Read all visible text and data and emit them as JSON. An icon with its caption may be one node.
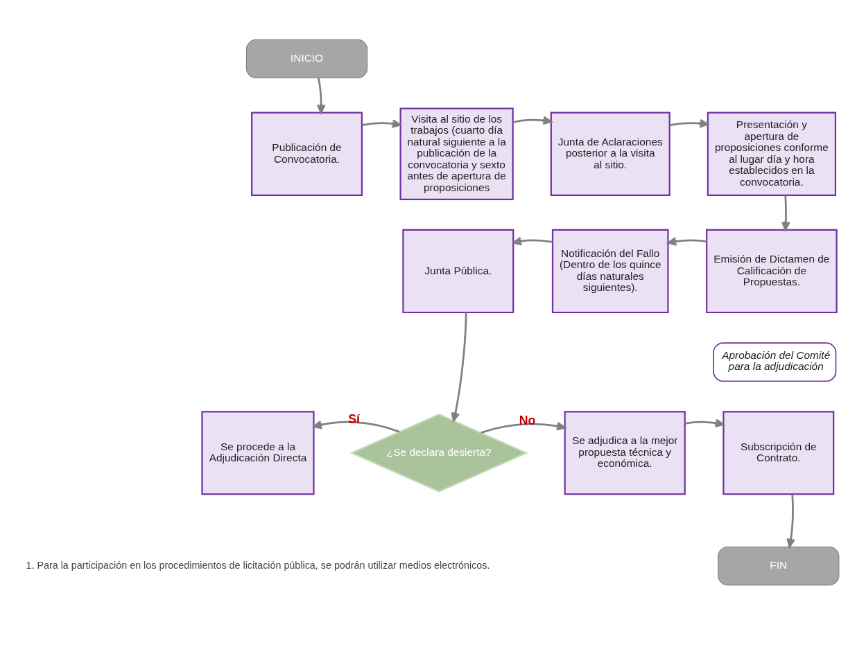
{
  "diagram": {
    "nodes": [
      {
        "text": [
          "INICIO"
        ]
      },
      {
        "text": [
          "Publicación de Convocatoria."
        ]
      },
      {
        "text": [
          "Visita al sitio de los trabajos (cuarto día natural siguiente a la publicación de la convocatoria y sexto antes de apertura de proposiciones"
        ]
      },
      {
        "text": [
          "Junta de Aclaraciones posterior a la visita al sitio."
        ]
      },
      {
        "text": [
          "Presentación y apertura de proposiciones conforme al lugar día y hora establecidos en la convocatoria."
        ]
      },
      {
        "text": [
          "Emisión de Dictamen de Calificación de Propuestas."
        ]
      },
      {
        "text": [
          "Notificación del Fallo (Dentro de los quince días naturales siguientes)."
        ]
      },
      {
        "text": [
          "Junta Pública."
        ]
      },
      {
        "text": [
          "Aprobación del Comité para la adjudicación"
        ]
      },
      {
        "text": [
          "Se procede a la Adjudicación Directa"
        ]
      },
      {
        "text": [
          "¿Se declara desierta?"
        ]
      },
      {
        "text": [
          "Se adjudica a la mejor propuesta técnica y económica."
        ]
      },
      {
        "text": [
          "Subscripción de Contrato."
        ]
      },
      {
        "text": [
          "FIN"
        ]
      }
    ],
    "edges": [
      {
        "from": 0,
        "to": 1,
        "arrow": "to"
      },
      {
        "from": 1,
        "to": 2,
        "arrow": "to"
      },
      {
        "from": 2,
        "to": 3,
        "arrow": "to"
      },
      {
        "from": 3,
        "to": 4,
        "arrow": "to"
      },
      {
        "from": 4,
        "to": 5,
        "arrow": "to"
      },
      {
        "from": 5,
        "to": 6,
        "arrow": "to"
      },
      {
        "from": 6,
        "to": 7,
        "arrow": "to"
      },
      {
        "from": 7,
        "to": 10,
        "arrow": "to"
      },
      {
        "from": 10,
        "to": 9,
        "arrow": "to",
        "label": "Sí"
      },
      {
        "from": 10,
        "to": 11,
        "arrow": "to",
        "label": "No"
      },
      {
        "from": 11,
        "to": 12,
        "arrow": "to"
      },
      {
        "from": 12,
        "to": 13,
        "arrow": "to"
      }
    ],
    "labels": [
      "1. Para la participación en los procedimientos de licitación pública, se podrán utilizar medios electrónicos."
    ]
  }
}
